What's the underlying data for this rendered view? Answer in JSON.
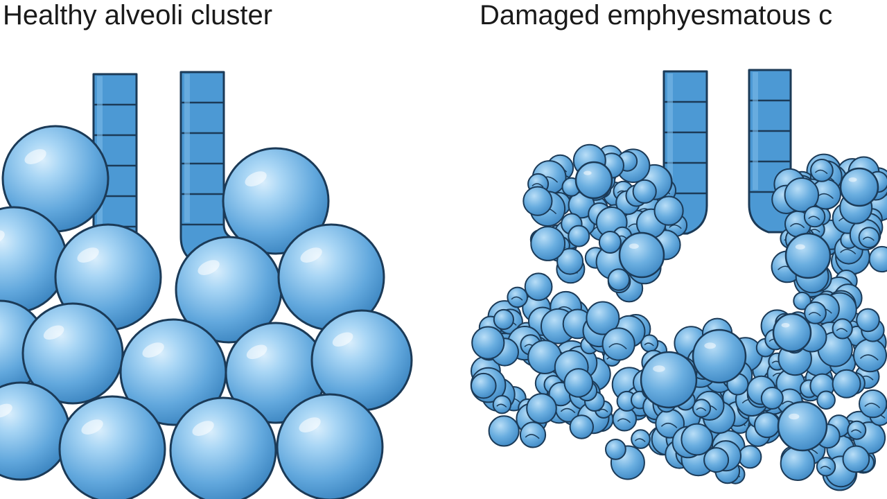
{
  "panels": {
    "left": {
      "title": "Healthy alveoli cluster"
    },
    "right": {
      "title": "Damaged emphyesmatous c"
    }
  },
  "colors": {
    "alveolus_fill": "#62a8dd",
    "alveolus_light": "#a9d6f5",
    "alveolus_dark": "#3e87c2",
    "tube_fill": "#4c99d4",
    "outline": "#1b3a57"
  },
  "icons": {
    "left": [
      "bronchiole-tube",
      "healthy-alveolus"
    ],
    "right": [
      "bronchiole-tube",
      "damaged-alveolus"
    ]
  }
}
